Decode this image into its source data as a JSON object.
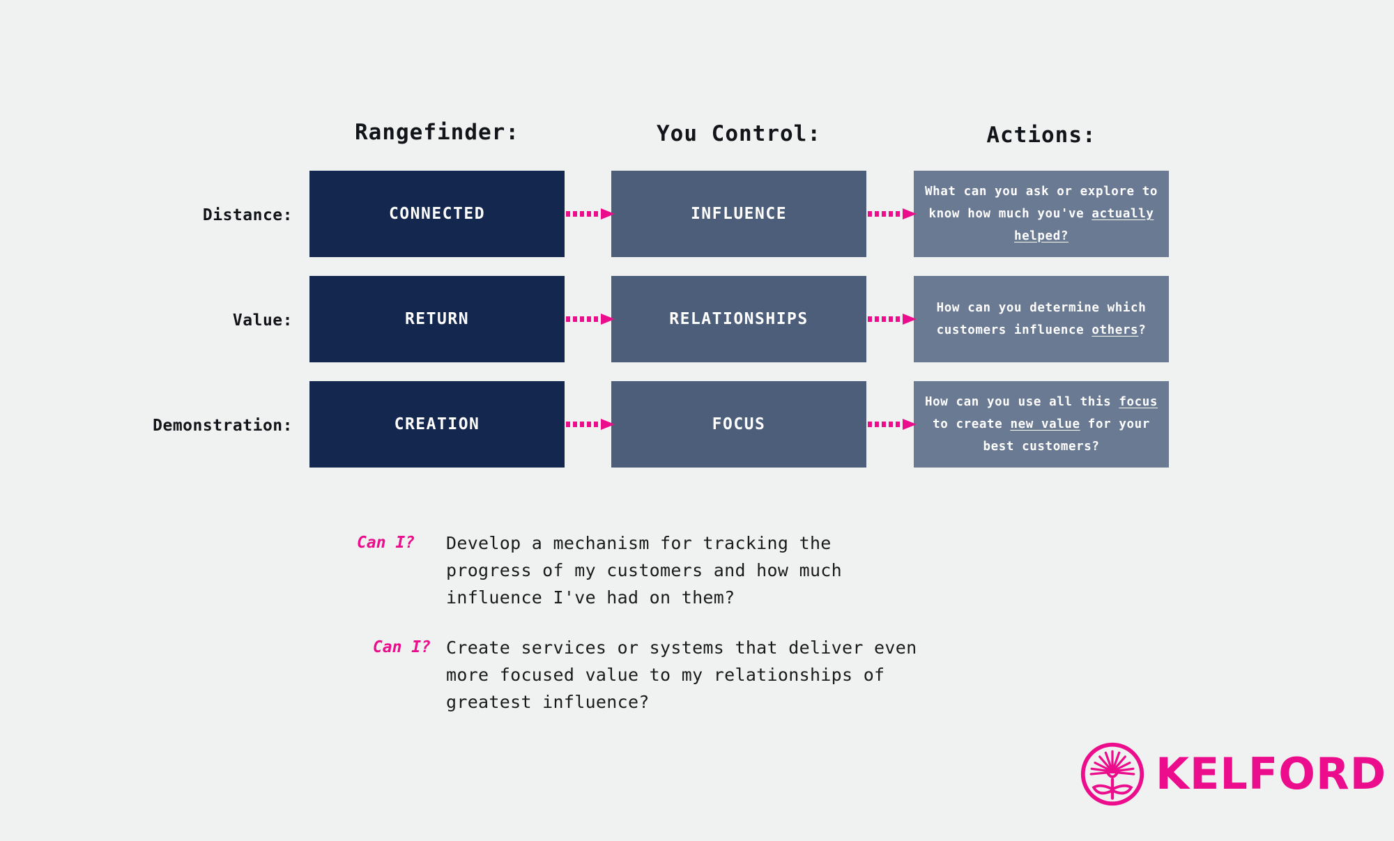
{
  "theme": {
    "background": "#F0F1F1",
    "navy": "#14274E",
    "slate": "#4C5E79",
    "light_slate": "#6B7A93",
    "accent_pink": "#EC0D8C",
    "text_dark": "#111418",
    "text_light": "#FFFFFF"
  },
  "columns": [
    {
      "header": "Rangefinder:"
    },
    {
      "header": "You Control:"
    },
    {
      "header": "Actions:"
    }
  ],
  "rows": [
    {
      "label": "Distance:",
      "rangefinder": "CONNECTED",
      "you_control": "INFLUENCE",
      "action": {
        "full_text": "What can you ask or explore to know how much you've actually helped?",
        "segments": [
          {
            "text": "What can you ask or explore to know how much you've ",
            "underline": false
          },
          {
            "text": "actually helped?",
            "underline": true
          }
        ]
      }
    },
    {
      "label": "Value:",
      "rangefinder": "RETURN",
      "you_control": "RELATIONSHIPS",
      "action": {
        "full_text": "How can you determine which customers influence others?",
        "segments": [
          {
            "text": "How can you determine which customers influence ",
            "underline": false
          },
          {
            "text": "others",
            "underline": true
          },
          {
            "text": "?",
            "underline": false
          }
        ]
      }
    },
    {
      "label": "Demonstration:",
      "rangefinder": "CREATION",
      "you_control": "FOCUS",
      "action": {
        "full_text": "How can you use all this focus to create new value for your best customers?",
        "segments": [
          {
            "text": "How can you use all this ",
            "underline": false
          },
          {
            "text": "focus",
            "underline": true
          },
          {
            "text": " to create ",
            "underline": false
          },
          {
            "text": "new value",
            "underline": true
          },
          {
            "text": " for your best customers?",
            "underline": false
          }
        ]
      }
    }
  ],
  "questions": [
    {
      "label": "Can I?",
      "text": "Develop a mechanism for tracking the\nprogress of my customers and how much\ninfluence I've had on them?"
    },
    {
      "label": "Can I?",
      "text": "Create services or systems that deliver even\nmore focused value to my relationships of\ngreatest influence?"
    }
  ],
  "logo": {
    "wordmark": "KELFORD",
    "mark_name": "flower-emblem-icon",
    "color": "#EC0D8C"
  }
}
